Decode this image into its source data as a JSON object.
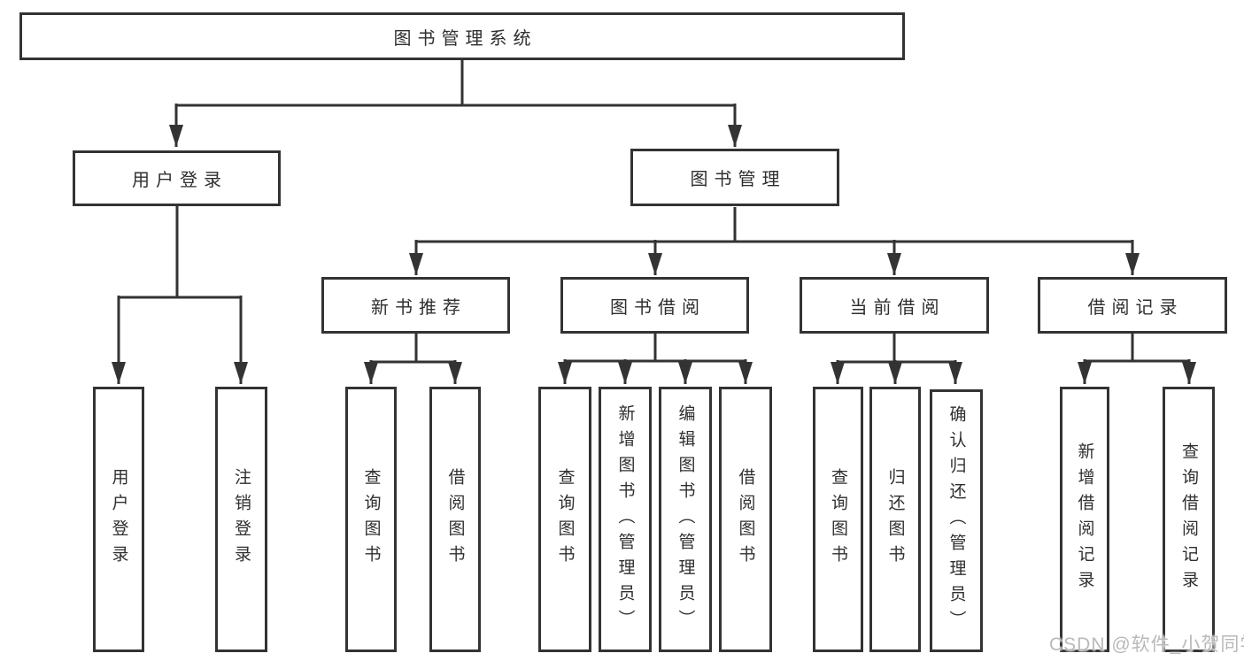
{
  "tree": {
    "label": "图书管理系统",
    "children": [
      {
        "label": "用户登录",
        "children": [
          {
            "label": "用户登录"
          },
          {
            "label": "注销登录"
          }
        ]
      },
      {
        "label": "图书管理",
        "children": [
          {
            "label": "新书推荐",
            "children": [
              {
                "label": "查询图书"
              },
              {
                "label": "借阅图书"
              }
            ]
          },
          {
            "label": "图书借阅",
            "children": [
              {
                "label": "查询图书"
              },
              {
                "label": "新增图书（管理员）"
              },
              {
                "label": "编辑图书（管理员）"
              },
              {
                "label": "借阅图书"
              }
            ]
          },
          {
            "label": "当前借阅",
            "children": [
              {
                "label": "查询图书"
              },
              {
                "label": "归还图书"
              },
              {
                "label": "确认归还（管理员）"
              }
            ]
          },
          {
            "label": "借阅记录",
            "children": [
              {
                "label": "新增借阅记录"
              },
              {
                "label": "查询借阅记录"
              }
            ]
          }
        ]
      }
    ]
  },
  "watermark": "CSDN @软件_小贺同学",
  "colors": {
    "line": "#333333",
    "box_border": "#333333",
    "text": "#2f2f2f",
    "watermark": "#b9b9b9",
    "background": "#ffffff"
  }
}
